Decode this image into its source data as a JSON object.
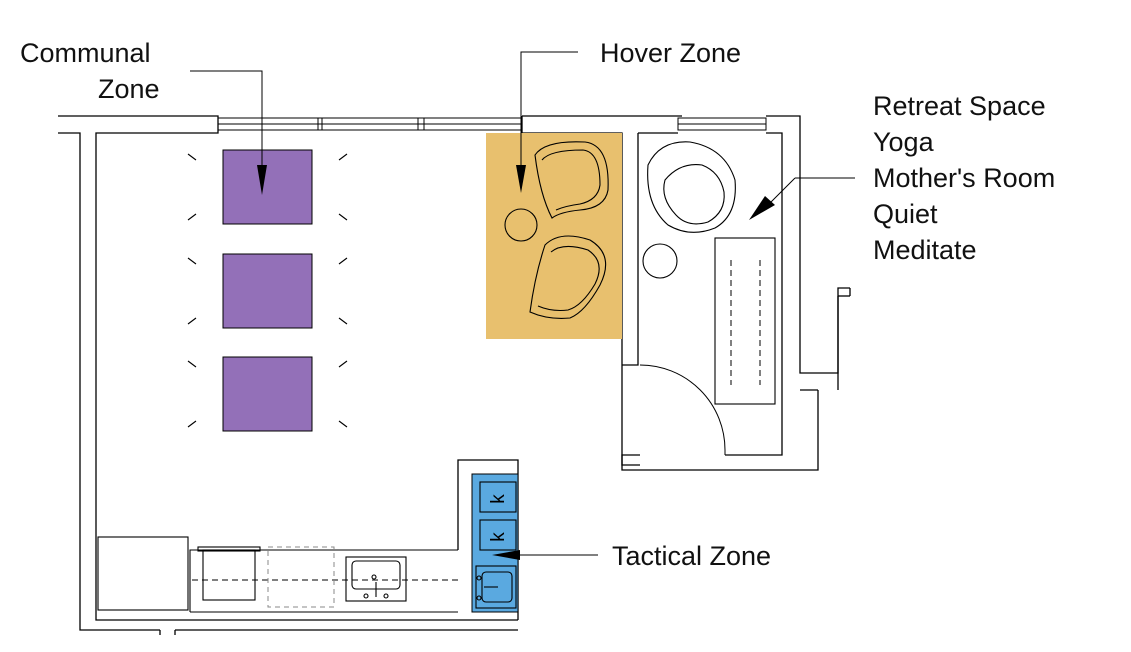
{
  "labels": {
    "communal_line1": "Communal",
    "communal_line2": "Zone",
    "hover": "Hover Zone",
    "retreat": [
      "Retreat Space",
      "Yoga",
      "Mother's Room",
      "Quiet",
      "Meditate"
    ],
    "tactical": "Tactical Zone"
  },
  "colors": {
    "communal": "#9370b8",
    "hover": "#e8c06e",
    "tactical": "#5aa9e0",
    "line": "#000000"
  },
  "icons": {
    "sink": "sink-icon",
    "cooktop": "cooktop-k-icon",
    "chair": "lounge-chair-icon"
  },
  "glyphs": {
    "burner": "k"
  }
}
